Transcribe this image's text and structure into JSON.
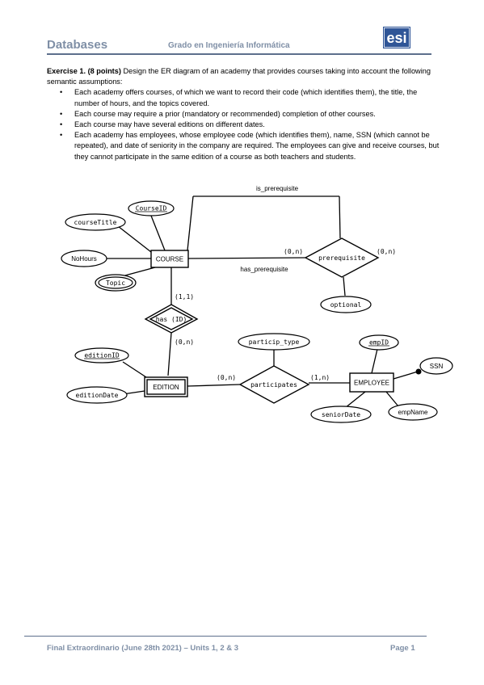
{
  "header": {
    "title": "Databases",
    "subtitle": "Grado en Ingeniería Informática",
    "logo_text": "esi"
  },
  "exercise": {
    "label": "Exercise 1. (8 points)",
    "intro": " Design the ER diagram of an academy that provides courses taking into account the following semantic assumptions:",
    "items": [
      "Each academy offers courses, of which we want to record their code (which identifies them), the title, the number of hours, and the topics covered.",
      "Each course may require a prior (mandatory or recommended) completion of other courses.",
      "Each course may have several editions on different dates.",
      "Each academy has employees, whose employee code (which identifies them), name, SSN (which cannot be repeated), and date of seniority in the company are required. The employees can give and receive courses, but they cannot participate in the same edition of a course as both teachers and students."
    ]
  },
  "diagram": {
    "entities": {
      "course": "COURSE",
      "edition": "EDITION",
      "employee": "EMPLOYEE"
    },
    "relationships": {
      "prerequisite": "prerequisite",
      "has_id": "has (ID)",
      "participates": "participates"
    },
    "attributes": {
      "course_id": "CourseID",
      "course_title": "courseTitle",
      "no_hours": "NoHours",
      "topic": "Topic",
      "optional": "optional",
      "edition_id": "editionID",
      "edition_date": "editionDate",
      "particip_type": "particip_type",
      "emp_id": "empID",
      "ssn": "SSN",
      "senior_date": "seniorDate",
      "emp_name": "empName"
    },
    "labels": {
      "is_prerequisite": "is_prerequisite",
      "has_prerequisite": "has_prerequisite"
    },
    "cardinalities": {
      "course_prereq": "(0,n)",
      "prereq_right": "(0,n)",
      "course_hasid": "(1,1)",
      "hasid_edition": "(0,n)",
      "edition_particip": "(0,n)",
      "particip_employee": "(1,n)"
    }
  },
  "footer": {
    "left": "Final Extraordinario (June 28th 2021) – Units 1, 2 & 3",
    "right": "Page 1"
  }
}
